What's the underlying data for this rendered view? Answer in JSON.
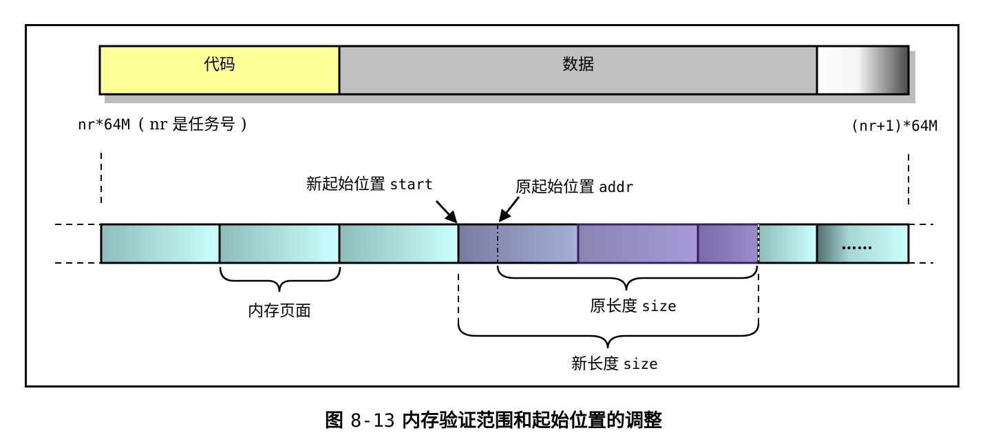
{
  "segments": {
    "code_label": "代码",
    "data_label": "数据"
  },
  "addresses": {
    "start_addr": "nr*64M",
    "start_note": "( nr 是任务号 )",
    "end_addr": "(nr+1)*64M"
  },
  "markers": {
    "new_start_prefix": "新起始位置",
    "new_start_var": "start",
    "old_start_prefix": "原起始位置",
    "old_start_var": "addr"
  },
  "pages": {
    "ellipsis": "……",
    "page_label": "内存页面",
    "old_size_prefix": "原长度",
    "old_size_var": "size",
    "new_size_prefix": "新长度",
    "new_size_var": "size"
  },
  "caption": {
    "prefix": "图",
    "number": "8-13",
    "title": "内存验证范围和起始位置的调整"
  },
  "colors": {
    "code_fill": "#ffff99",
    "data_fill": "#c0c0c0",
    "page_teal_dark": "#8fbcbc",
    "page_teal_light": "#ccffff",
    "old_region": "#9999cc"
  }
}
